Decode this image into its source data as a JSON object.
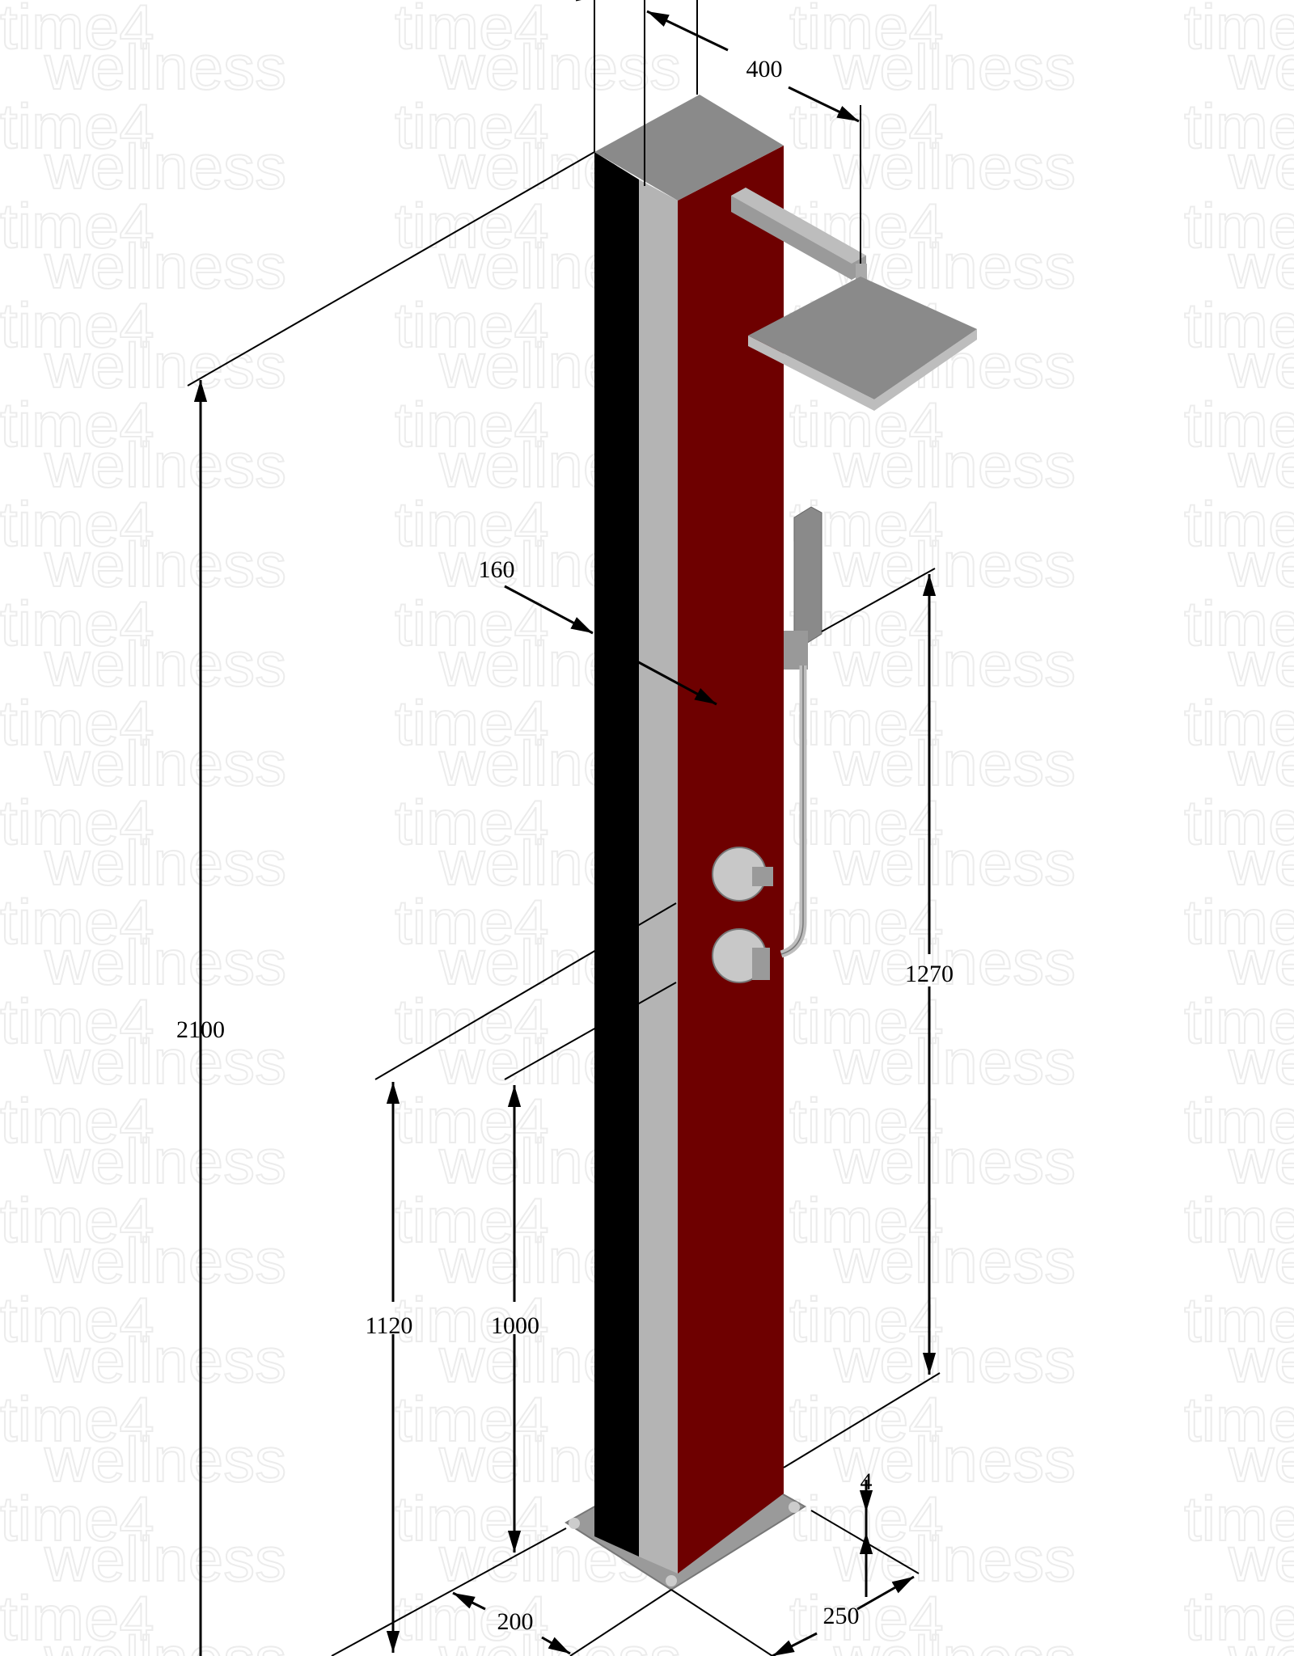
{
  "watermark": {
    "line1": "time4",
    "line2": "wellness"
  },
  "colors": {
    "front_face": "#6e0000",
    "side_face": "#000000",
    "edge_strip": "#b4b4b4",
    "steel": "#8a8a8a",
    "steel_light": "#bdbdbd"
  },
  "dimensions": {
    "total_height": "2100",
    "shower_arm_reach": "400",
    "column_depth": "160",
    "hand_shower_height": "1270",
    "upper_valve_height": "1120",
    "lower_valve_height": "1000",
    "plate_thickness": "4",
    "plate_width": "200",
    "plate_depth": "250"
  }
}
